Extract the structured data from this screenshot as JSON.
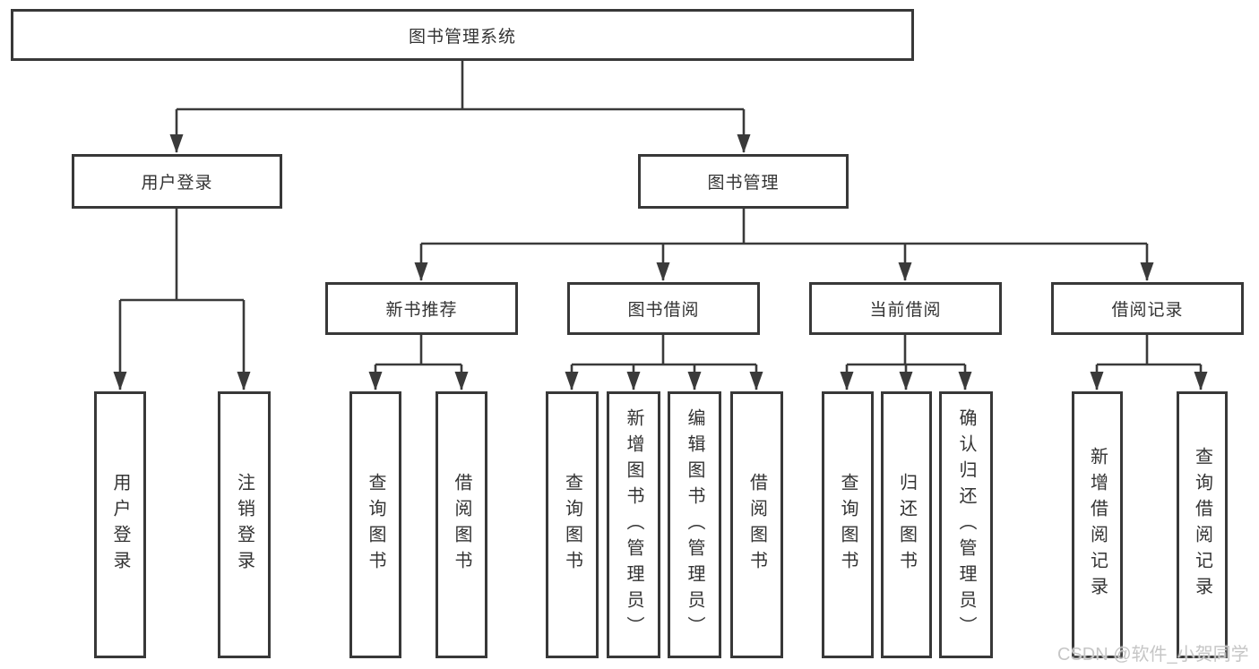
{
  "colors": {
    "line": "#3a3a3a",
    "box_border": "#383838",
    "text": "#333333",
    "background": "#ffffff",
    "watermark": "#c6c6c6"
  },
  "watermark": "CSDN @软件_小贺同学",
  "tree": {
    "label": "图书管理系统",
    "children": [
      {
        "label": "用户登录",
        "children": [
          {
            "label": "用户登录"
          },
          {
            "label": "注销登录"
          }
        ]
      },
      {
        "label": "图书管理",
        "children": [
          {
            "label": "新书推荐",
            "children": [
              {
                "label": "查询图书"
              },
              {
                "label": "借阅图书"
              }
            ]
          },
          {
            "label": "图书借阅",
            "children": [
              {
                "label": "查询图书"
              },
              {
                "label": "新增图书（管理员）"
              },
              {
                "label": "编辑图书（管理员）"
              },
              {
                "label": "借阅图书"
              }
            ]
          },
          {
            "label": "当前借阅",
            "children": [
              {
                "label": "查询图书"
              },
              {
                "label": "归还图书"
              },
              {
                "label": "确认归还（管理员）"
              }
            ]
          },
          {
            "label": "借阅记录",
            "children": [
              {
                "label": "新增借阅记录"
              },
              {
                "label": "查询借阅记录"
              }
            ]
          }
        ]
      }
    ]
  }
}
